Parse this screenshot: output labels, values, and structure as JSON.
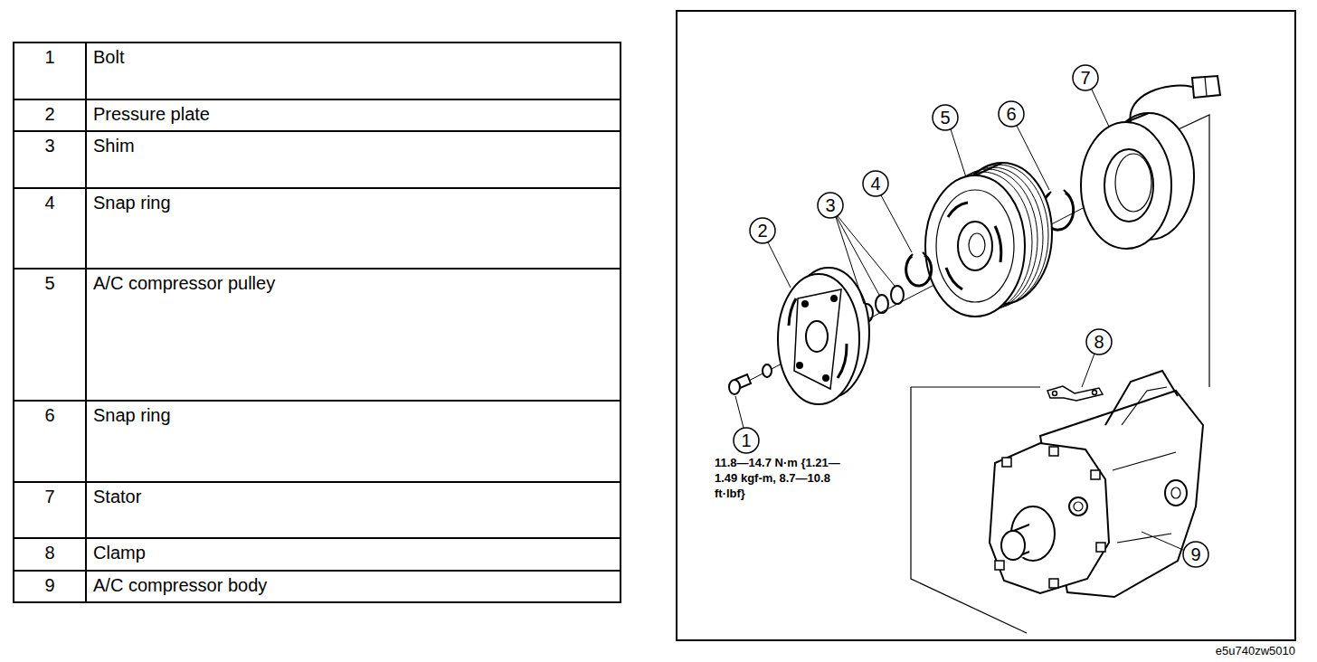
{
  "diagram": {
    "labels": [
      "1",
      "Bolt",
      "2",
      "Pressure plate",
      "3",
      "Shim",
      "4",
      "Snap ring",
      "5",
      "A/C compressor pulley",
      "6",
      "Snap ring",
      "7",
      "Stator",
      "8",
      "Clamp",
      "9",
      "A/C compressor body",
      "7",
      "6",
      "5",
      "4",
      "3",
      "2",
      "8",
      "1",
      "9",
      "11.8—14.7 N·m {1.21—1.49 kgf-m, 8.7—10.8 ft·lbf}",
      "e5u740zw5010"
    ]
  }
}
